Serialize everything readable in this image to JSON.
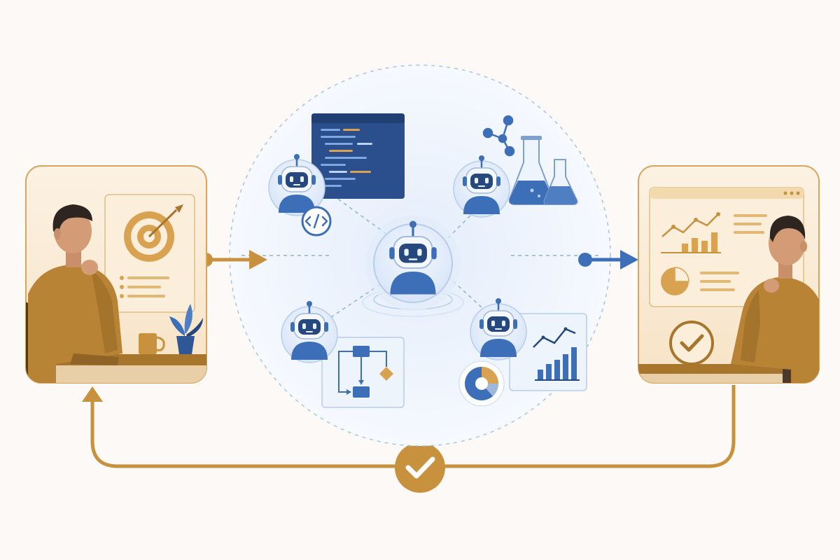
{
  "scene": {
    "left_panel": {
      "role": "goal-setting human",
      "icons": [
        "target-icon",
        "coffee-mug-icon",
        "plant-icon",
        "chair-icon"
      ]
    },
    "center_hub": {
      "role": "orchestrator agent",
      "agents": [
        {
          "icon": "robot-icon",
          "tool": "code-window-icon",
          "badge": "code-icon"
        },
        {
          "icon": "robot-icon",
          "tool": "lab-flask-icon",
          "badge": "molecule-icon"
        },
        {
          "icon": "robot-icon",
          "tool": "flowchart-icon",
          "badge": ""
        },
        {
          "icon": "robot-icon",
          "tool": "analytics-chart-icon",
          "badge": "pie-chart-icon"
        }
      ]
    },
    "right_panel": {
      "role": "reviewing human",
      "icons": [
        "line-chart-icon",
        "bar-chart-icon",
        "pie-chart-icon",
        "check-badge-icon"
      ]
    },
    "feedback_loop": {
      "icon": "check-badge-icon"
    }
  },
  "colors": {
    "background": "#fcf9f6",
    "accent_gold": "#c8913d",
    "gold_dark": "#a8752c",
    "panel_gold": "#fbeedd",
    "shirt": "#b98336",
    "blue": "#3d6fb8",
    "blue_dark": "#26487c",
    "blue_light": "#e8f0fb",
    "hub_circle": "#eef4fc"
  }
}
